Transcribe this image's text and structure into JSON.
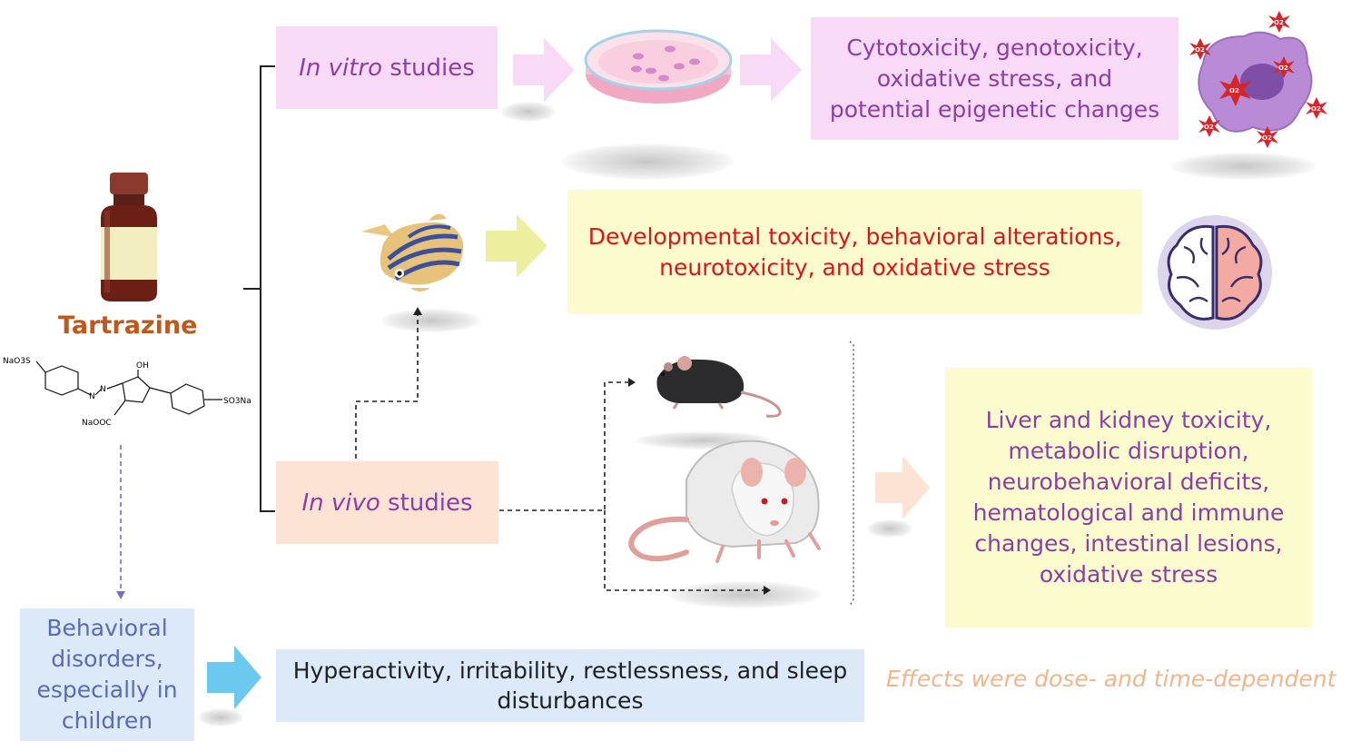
{
  "tartrazine": {
    "label": "Tartrazine",
    "chem": {
      "naO3s_left": "NaO3S",
      "oh": "OH",
      "n": "N",
      "n2": "N",
      "so3na": "SO3Na",
      "naooc": "NaOOC"
    }
  },
  "in_vitro": {
    "italic": "In vitro",
    "rest": " studies",
    "effects": "Cytotoxicity, genotoxicity, oxidative stress, and potential epigenetic changes",
    "o2_label": "O2"
  },
  "zebrafish": {
    "effects": "Developmental toxicity, behavioral alterations, neurotoxicity, and oxidative stress"
  },
  "in_vivo": {
    "italic": "In vivo",
    "rest": " studies",
    "effects": "Liver and kidney toxicity, metabolic disruption, neurobehavioral deficits, hematological and immune changes, intestinal lesions, oxidative stress"
  },
  "children": {
    "label": "Behavioral disorders, especially in children",
    "effects": "Hyperactivity, irritability, restlessness, and sleep disturbances"
  },
  "note": "Effects were dose- and time-dependent",
  "colors": {
    "pink_box": "#f8d9f6",
    "yellow_box": "#fcfbcd",
    "peach_box": "#fde3d3",
    "blue_box": "#dce9f8",
    "purple_text": "#8b3fa6",
    "red_text": "#d9161c",
    "tartrazine_text": "#c0571c",
    "note_text": "#f2b48b",
    "children_text": "#5c6ab3"
  }
}
